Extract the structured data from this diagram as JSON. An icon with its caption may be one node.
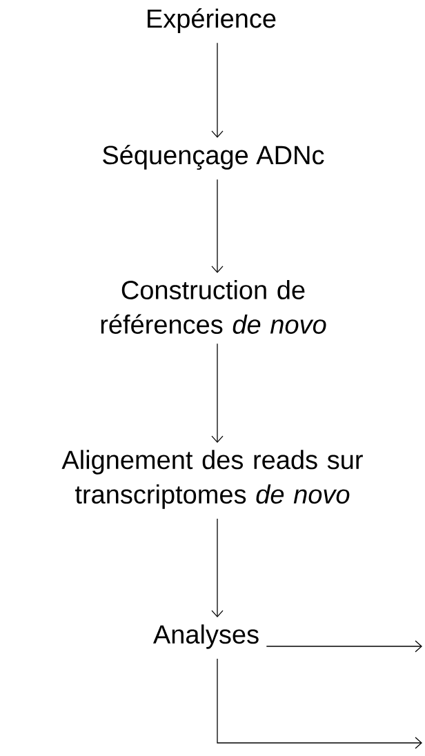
{
  "diagram": {
    "nodes": [
      {
        "text": [
          "Expérience"
        ]
      },
      {
        "text": [
          "Séquençage ADNc"
        ]
      },
      {
        "text": [
          "Construction de références *de novo*"
        ]
      },
      {
        "text": [
          "Alignement des reads sur transcriptomes *de novo*"
        ]
      },
      {
        "text": [
          "Analyses"
        ]
      }
    ],
    "edges": [
      {
        "from": 0,
        "to": 1,
        "arrow": "to"
      },
      {
        "from": 1,
        "to": 2,
        "arrow": "to"
      },
      {
        "from": 2,
        "to": 3,
        "arrow": "to"
      },
      {
        "from": 3,
        "to": 4,
        "arrow": "to"
      },
      {
        "from": 4,
        "to": null,
        "arrow": "to"
      },
      {
        "from": 4,
        "to": null,
        "arrow": "to"
      }
    ]
  }
}
